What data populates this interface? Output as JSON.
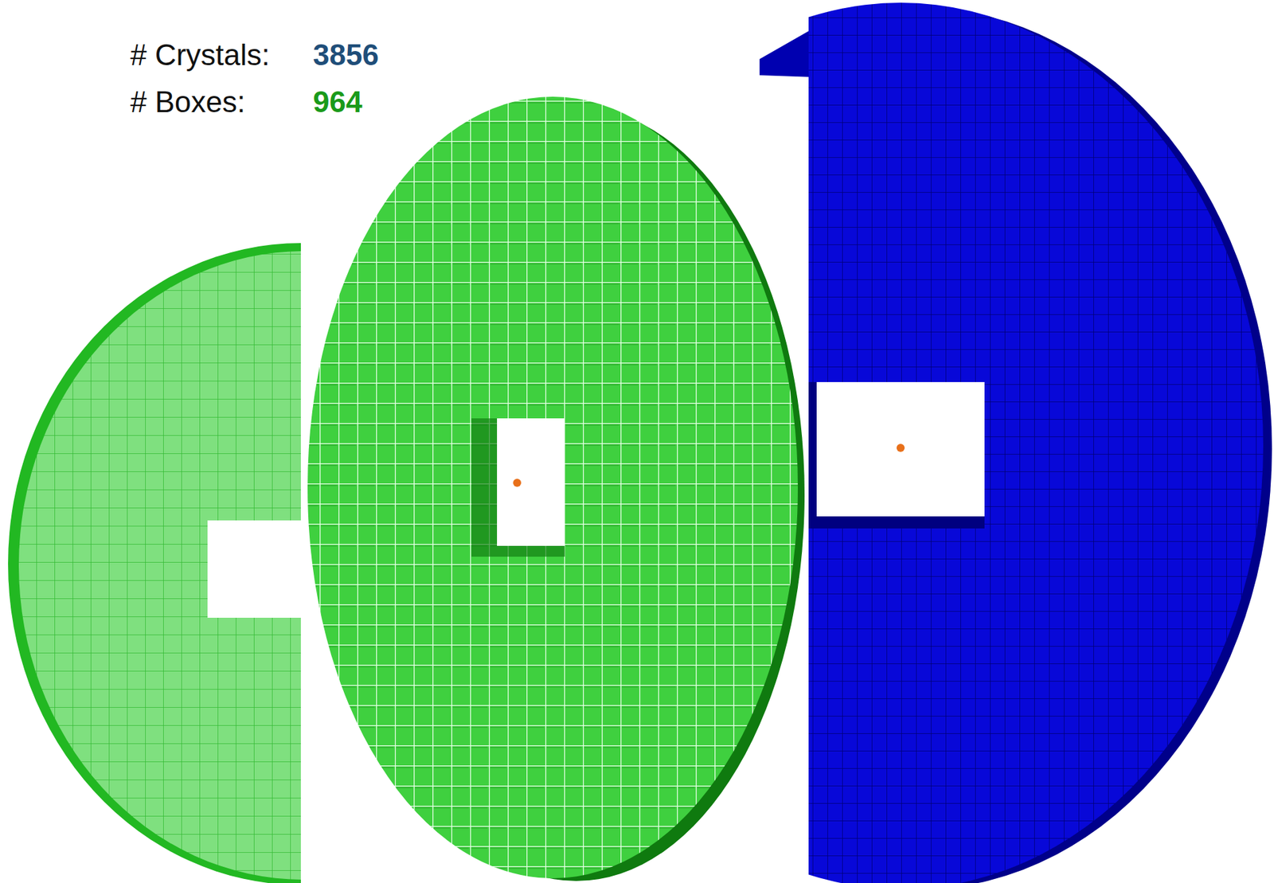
{
  "diagram": {
    "labels": [
      "# Crystals:",
      "3856",
      "# Boxes:",
      "964"
    ]
  }
}
